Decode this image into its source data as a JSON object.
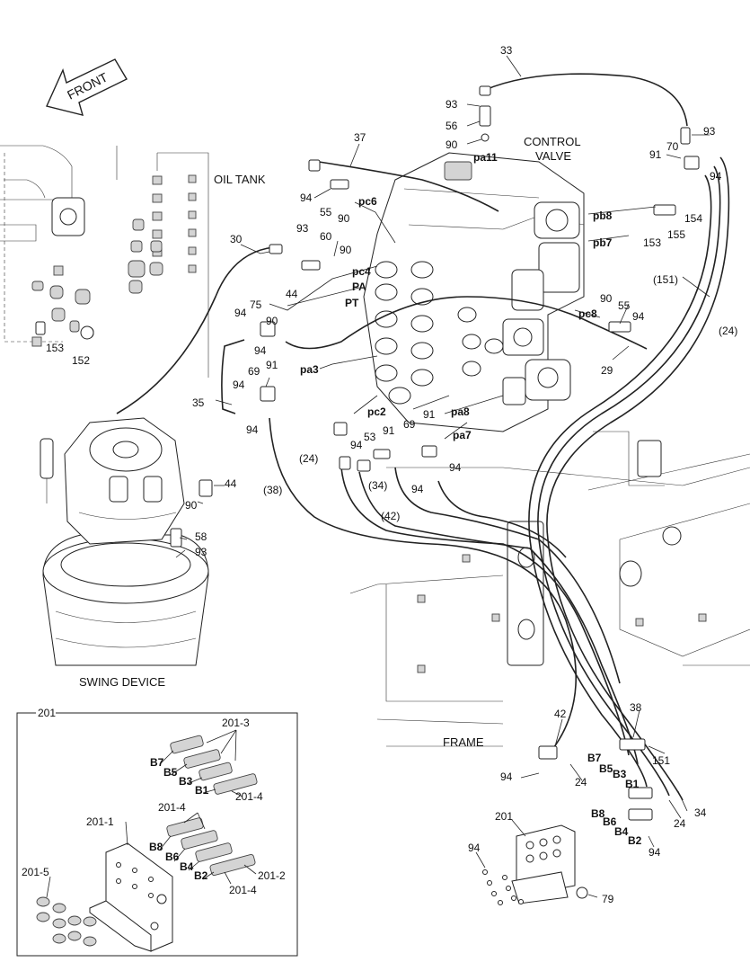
{
  "front_arrow": {
    "label": "FRONT"
  },
  "areas": {
    "oil_tank": "OIL TANK",
    "control_valve_1": "CONTROL",
    "control_valve_2": "VALVE",
    "swing_device": "SWING DEVICE",
    "frame": "FRAME"
  },
  "callouts": {
    "c33": "33",
    "c93a": "93",
    "c56": "56",
    "c90a": "90",
    "pa11": "pa11",
    "c37": "37",
    "c93b": "93",
    "c70": "70",
    "c91a": "91",
    "c94a": "94",
    "c94b": "94",
    "c55a": "55",
    "c90b": "90",
    "pc6": "pc6",
    "pb8": "pb8",
    "c154": "154",
    "pb7": "pb7",
    "c153a": "153",
    "c155": "155",
    "c30": "30",
    "c93c": "93",
    "c60": "60",
    "c90c": "90",
    "pc4": "pc4",
    "PA": "PA",
    "PT": "PT",
    "c44a": "44",
    "c151a": "(151)",
    "c24a": "(24)",
    "c90d": "90",
    "c55b": "55",
    "pc8": "pc8",
    "c94c": "94",
    "c94d": "94",
    "c75": "75",
    "c90e": "90",
    "c94e": "94",
    "c153b": "153",
    "c152": "152",
    "c29": "29",
    "c69a": "69",
    "c91b": "91",
    "pa3": "pa3",
    "c94f": "94",
    "c35": "35",
    "c94g": "94",
    "pc2": "pc2",
    "pa8": "pa8",
    "c69b": "69",
    "c91c": "91",
    "c91d": "91",
    "pa7": "pa7",
    "c53": "53",
    "c94h": "94",
    "c94i": "94",
    "c24b": "(24)",
    "c34a": "(34)",
    "c94j": "94",
    "c42a": "(42)",
    "c38a": "(38)",
    "c44b": "44",
    "c90f": "90",
    "c58": "58",
    "c93d": "93",
    "c42b": "42",
    "c38b": "38",
    "c94k": "94",
    "c24c": "24",
    "B7": "B7",
    "B5": "B5",
    "B3": "B3",
    "B1": "B1",
    "c151b": "151",
    "c201": "201",
    "B8": "B8",
    "B6": "B6",
    "B4": "B4",
    "B2": "B2",
    "c24d": "24",
    "c34b": "34",
    "c94l": "94",
    "c94m": "94",
    "c79": "79"
  },
  "inset": {
    "title": "201",
    "l201_3": "201-3",
    "B7": "B7",
    "B5": "B5",
    "B3": "B3",
    "B1": "B1",
    "l201_4a": "201-4",
    "l201_4b": "201-4",
    "l201_1": "201-1",
    "B8": "B8",
    "B6": "B6",
    "B4": "B4",
    "B2": "B2",
    "l201_2": "201-2",
    "l201_4c": "201-4",
    "l201_5": "201-5"
  }
}
